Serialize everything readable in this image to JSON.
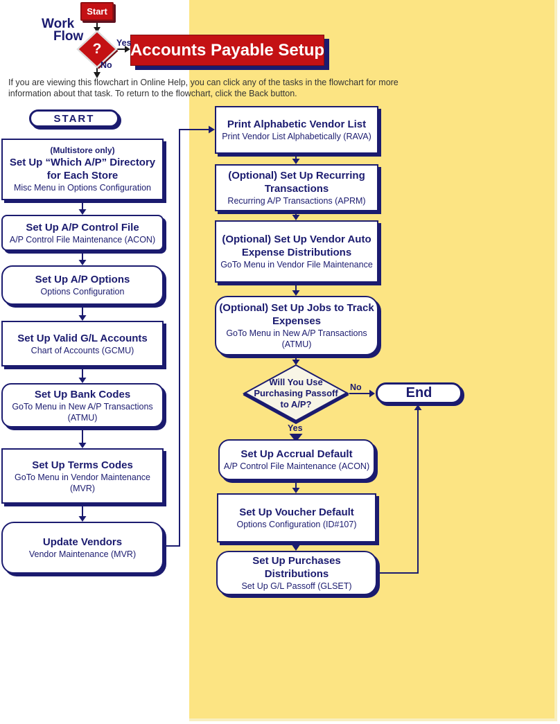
{
  "logo": {
    "brand_line1": "Work",
    "brand_line2": "Flow",
    "start_label": "Start",
    "question_mark": "?",
    "yes_label": "Yes",
    "no_label": "No"
  },
  "banner": {
    "title": "Accounts Payable Setup"
  },
  "intro": {
    "line1": "If you are viewing this flowchart in Online Help, you can click any of the tasks in the flowchart for more",
    "line2": "information about that task. To return to the flowchart, click the Back button."
  },
  "left_column": {
    "start_label": "START",
    "boxes": [
      {
        "pre": "(Multistore only)",
        "title": "Set Up “Which A/P” Directory for Each Store",
        "sub": "Misc Menu in Options Configuration"
      },
      {
        "title": "Set Up A/P Control File",
        "sub": "A/P Control File Maintenance (ACON)"
      },
      {
        "title": "Set Up A/P Options",
        "sub": "Options Configuration"
      },
      {
        "title": "Set Up Valid G/L Accounts",
        "sub": "Chart of Accounts (GCMU)"
      },
      {
        "title": "Set Up Bank Codes",
        "sub": "GoTo Menu in New A/P Transactions (ATMU)"
      },
      {
        "title": "Set Up Terms Codes",
        "sub": "GoTo Menu in Vendor Maintenance (MVR)"
      },
      {
        "title": "Update Vendors",
        "sub": "Vendor Maintenance (MVR)"
      }
    ]
  },
  "right_column": {
    "boxes": [
      {
        "title": "Print Alphabetic Vendor List",
        "sub": "Print Vendor List Alphabetically (RAVA)"
      },
      {
        "title": "(Optional) Set Up Recurring Transactions",
        "sub": "Recurring A/P Transactions (APRM)"
      },
      {
        "title": "(Optional) Set Up Vendor Auto Expense Distributions",
        "sub": "GoTo Menu in Vendor File Maintenance"
      },
      {
        "title": "(Optional) Set Up Jobs to Track Expenses",
        "sub": "GoTo Menu in New A/P Transactions (ATMU)"
      },
      {
        "title": "Set Up Accrual Default",
        "sub": "A/P Control File Maintenance (ACON)"
      },
      {
        "title": "Set Up Voucher Default",
        "sub": "Options Configuration (ID#107)"
      },
      {
        "title": "Set Up Purchases Distributions",
        "sub": "Set Up G/L Passoff (GLSET)"
      }
    ],
    "decision": {
      "line1": "Will You Use",
      "line2": "Purchasing Passoff",
      "line3": "to A/P?",
      "yes_label": "Yes",
      "no_label": "No"
    },
    "end_label": "End"
  },
  "colors": {
    "navy": "#1B1B6F",
    "red": "#C41114",
    "yellow": "#FCE483",
    "white": "#FFFFFF"
  }
}
